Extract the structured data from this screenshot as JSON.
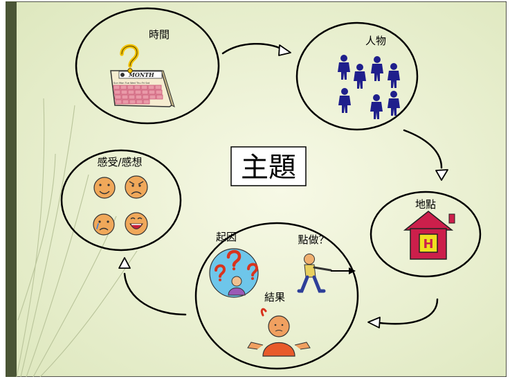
{
  "center_topic": "主題",
  "nodes": {
    "time": {
      "label": "時間",
      "calendar_header": "MONTH",
      "calendar_weekdays": "Sun Mon Tue Wed Thu Fri Sat"
    },
    "people": {
      "label": "人物"
    },
    "place": {
      "label": "地點",
      "building_letter": "H"
    },
    "feelings": {
      "label": "感受/感想"
    },
    "events": {
      "cause_label": "起因",
      "action_label": "點做？",
      "result_label": "結果"
    }
  },
  "cycle_order": [
    "時間",
    "人物",
    "地點",
    "結果",
    "感受/感想"
  ],
  "colors": {
    "background_light": "#f7f9e6",
    "background_edge": "#dde7bd",
    "left_bar": "#4a5535",
    "people": "#1f1f8c",
    "house_wall": "#cc1f4b",
    "house_door": "#f0e020",
    "face": "#f0a85a",
    "calendar_paper": "#f5ecd0",
    "calendar_grid": "#cc5577"
  }
}
